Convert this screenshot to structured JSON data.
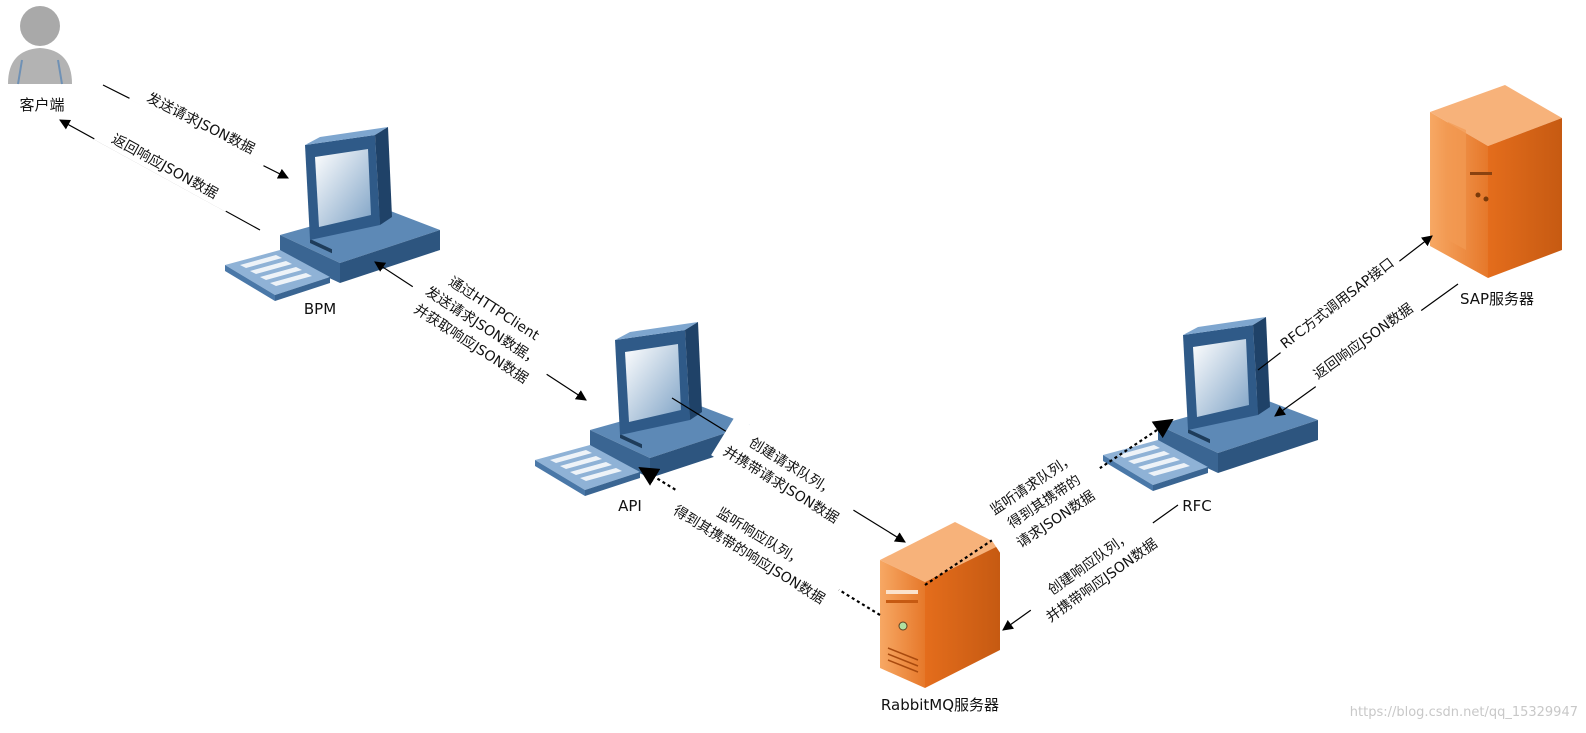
{
  "nodes": {
    "client": "客户端",
    "bpm": "BPM",
    "api": "API",
    "rabbitmq": "RabbitMQ服务器",
    "rfc": "RFC",
    "sap": "SAP服务器"
  },
  "edges": {
    "client_to_bpm": "发送请求JSON数据",
    "bpm_to_client": "返回响应JSON数据",
    "bpm_api": [
      "通过HTTPClient",
      "发送请求JSON数据，",
      "并获取响应JSON数据"
    ],
    "api_to_mq": [
      "创建请求队列，",
      "并携带请求JSON数据"
    ],
    "mq_to_api": [
      "监听响应队列，",
      "得到其携带的响应JSON数据"
    ],
    "rfc_listen_mq": [
      "监听请求队列，",
      "得到其携带的",
      "请求JSON数据"
    ],
    "rfc_to_mq": [
      "创建响应队列，",
      "并携带响应JSON数据"
    ],
    "rfc_to_sap": "RFC方式调用SAP接口",
    "sap_to_rfc": "返回响应JSON数据"
  },
  "watermark": "https://blog.csdn.net/qq_15329947",
  "colors": {
    "orange": "#e87a2c",
    "orange_dark": "#c65a12",
    "orange_light": "#f5a15e",
    "pc_blue": "#4a78a8",
    "pc_light": "#8fb2d6",
    "user_gray": "#a9a9a9"
  }
}
